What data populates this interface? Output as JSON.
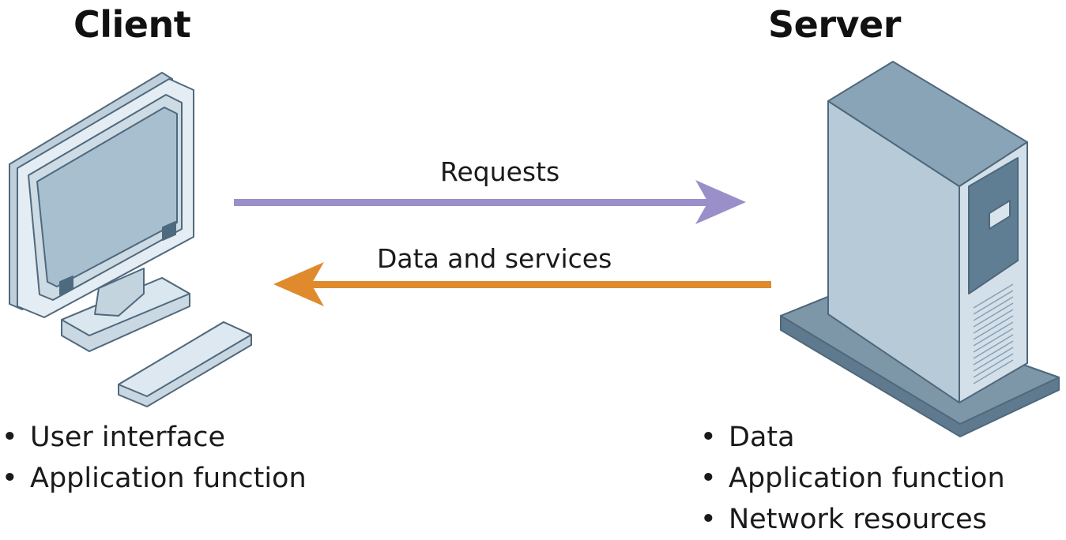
{
  "client": {
    "title": "Client",
    "features": [
      "User interface",
      "Application function"
    ]
  },
  "server": {
    "title": "Server",
    "features": [
      "Data",
      "Application function",
      "Network resources"
    ]
  },
  "arrows": {
    "request_label": "Requests",
    "response_label": "Data and services"
  },
  "colors": {
    "request_arrow": "#9b8fc9",
    "response_arrow": "#df8a2c",
    "server_body": "#b9cbd8",
    "server_base": "#6a8498",
    "monitor_frame": "#dbe7ef",
    "monitor_screen": "#a9c0d1"
  },
  "icons": {
    "client": "desktop-computer-icon",
    "server": "tower-server-icon"
  }
}
